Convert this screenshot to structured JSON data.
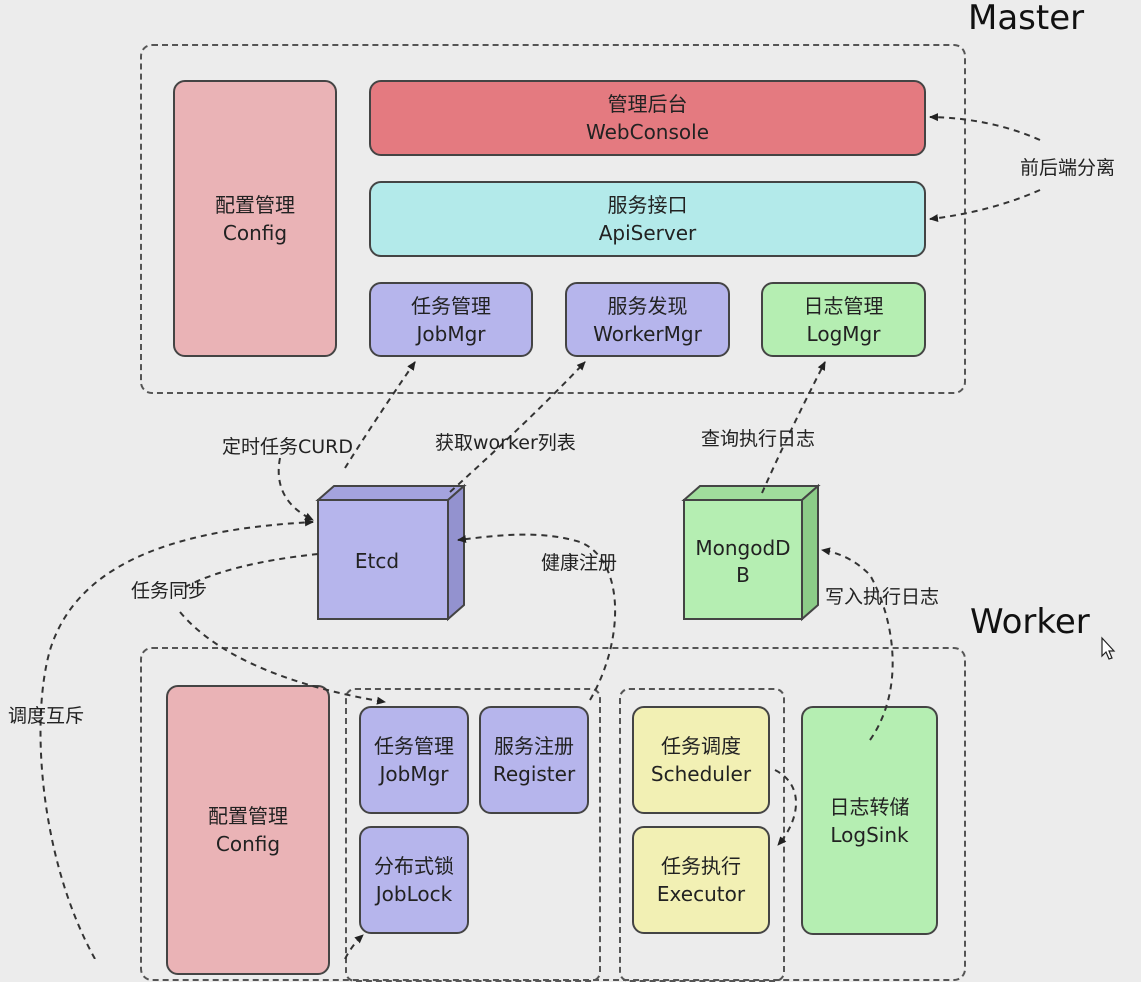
{
  "master": {
    "title": "Master",
    "config": {
      "zh": "配置管理",
      "en": "Config"
    },
    "webconsole": {
      "zh": "管理后台",
      "en": "WebConsole"
    },
    "apiserver": {
      "zh": "服务接口",
      "en": "ApiServer"
    },
    "jobmgr": {
      "zh": "任务管理",
      "en": "JobMgr"
    },
    "workermgr": {
      "zh": "服务发现",
      "en": "WorkerMgr"
    },
    "logmgr": {
      "zh": "日志管理",
      "en": "LogMgr"
    }
  },
  "middle": {
    "etcd": "Etcd",
    "mongodb_line1": "MongodD",
    "mongodb_line2": "B"
  },
  "worker": {
    "title": "Worker",
    "config": {
      "zh": "配置管理",
      "en": "Config"
    },
    "jobmgr": {
      "zh": "任务管理",
      "en": "JobMgr"
    },
    "register": {
      "zh": "服务注册",
      "en": "Register"
    },
    "joblock": {
      "zh": "分布式锁",
      "en": "JobLock"
    },
    "scheduler": {
      "zh": "任务调度",
      "en": "Scheduler"
    },
    "executor": {
      "zh": "任务执行",
      "en": "Executor"
    },
    "logsink": {
      "zh": "日志转储",
      "en": "LogSink"
    }
  },
  "labels": {
    "frontend_backend": "前后端分离",
    "cron_curd": "定时任务CURD",
    "get_worker_list": "获取worker列表",
    "query_log": "查询执行日志",
    "health_register": "健康注册",
    "task_sync": "任务同步",
    "write_log": "写入执行日志",
    "schedule_mutex": "调度互斥"
  },
  "colors": {
    "pink": "#eab3b6",
    "red": "#e47a80",
    "cyan": "#b3eaea",
    "purple": "#b6b5ec",
    "green": "#b5eeb2",
    "yellow": "#f2f0b4"
  }
}
